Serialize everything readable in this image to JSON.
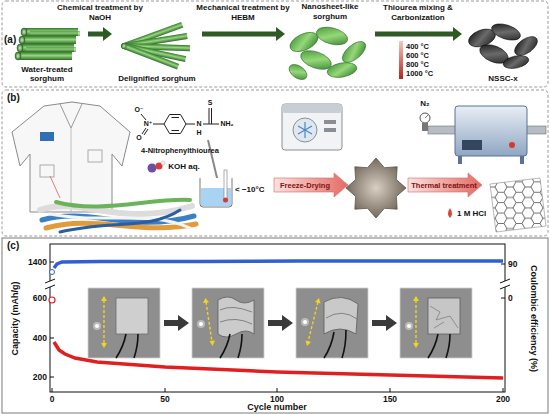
{
  "diagram": {
    "nodes": [
      {
        "text": [
          "Water-treated sorghum"
        ]
      },
      {
        "text": [
          "Delignified sorghum"
        ]
      },
      {
        "text": [
          "Nanosheet-like sorghum"
        ]
      },
      {
        "text": [
          "NSSC-x"
        ]
      }
    ],
    "edges": [
      {
        "from": 0,
        "to": 1,
        "label": "Chemical treatment by NaOH",
        "arrow": "to"
      },
      {
        "from": 1,
        "to": 2,
        "label": "Mechanical treatment by HEBM",
        "arrow": "to"
      },
      {
        "from": 2,
        "to": 3,
        "label": "Thiourea mixing & Carbonization",
        "arrow": "to"
      }
    ],
    "labels": [
      "(a)",
      "400 °C",
      "600 °C",
      "800 °C",
      "1000 °C",
      "(b)",
      "O⁻",
      "N⁺",
      "O",
      "N",
      "H",
      "S",
      "NH₂",
      "4-Nitrophenylthiourea",
      "KOH aq.",
      "< −10°C",
      "Freeze-Drying",
      "N₂",
      "Thermal treatment",
      "1 M HCl",
      "(c)",
      "Capacity (mAh/g)",
      "Coulombic efficiency (%)",
      "1400",
      "600",
      "400",
      "200",
      "90",
      "0",
      "0",
      "50",
      "100",
      "150",
      "200",
      "Cycle number"
    ]
  }
}
